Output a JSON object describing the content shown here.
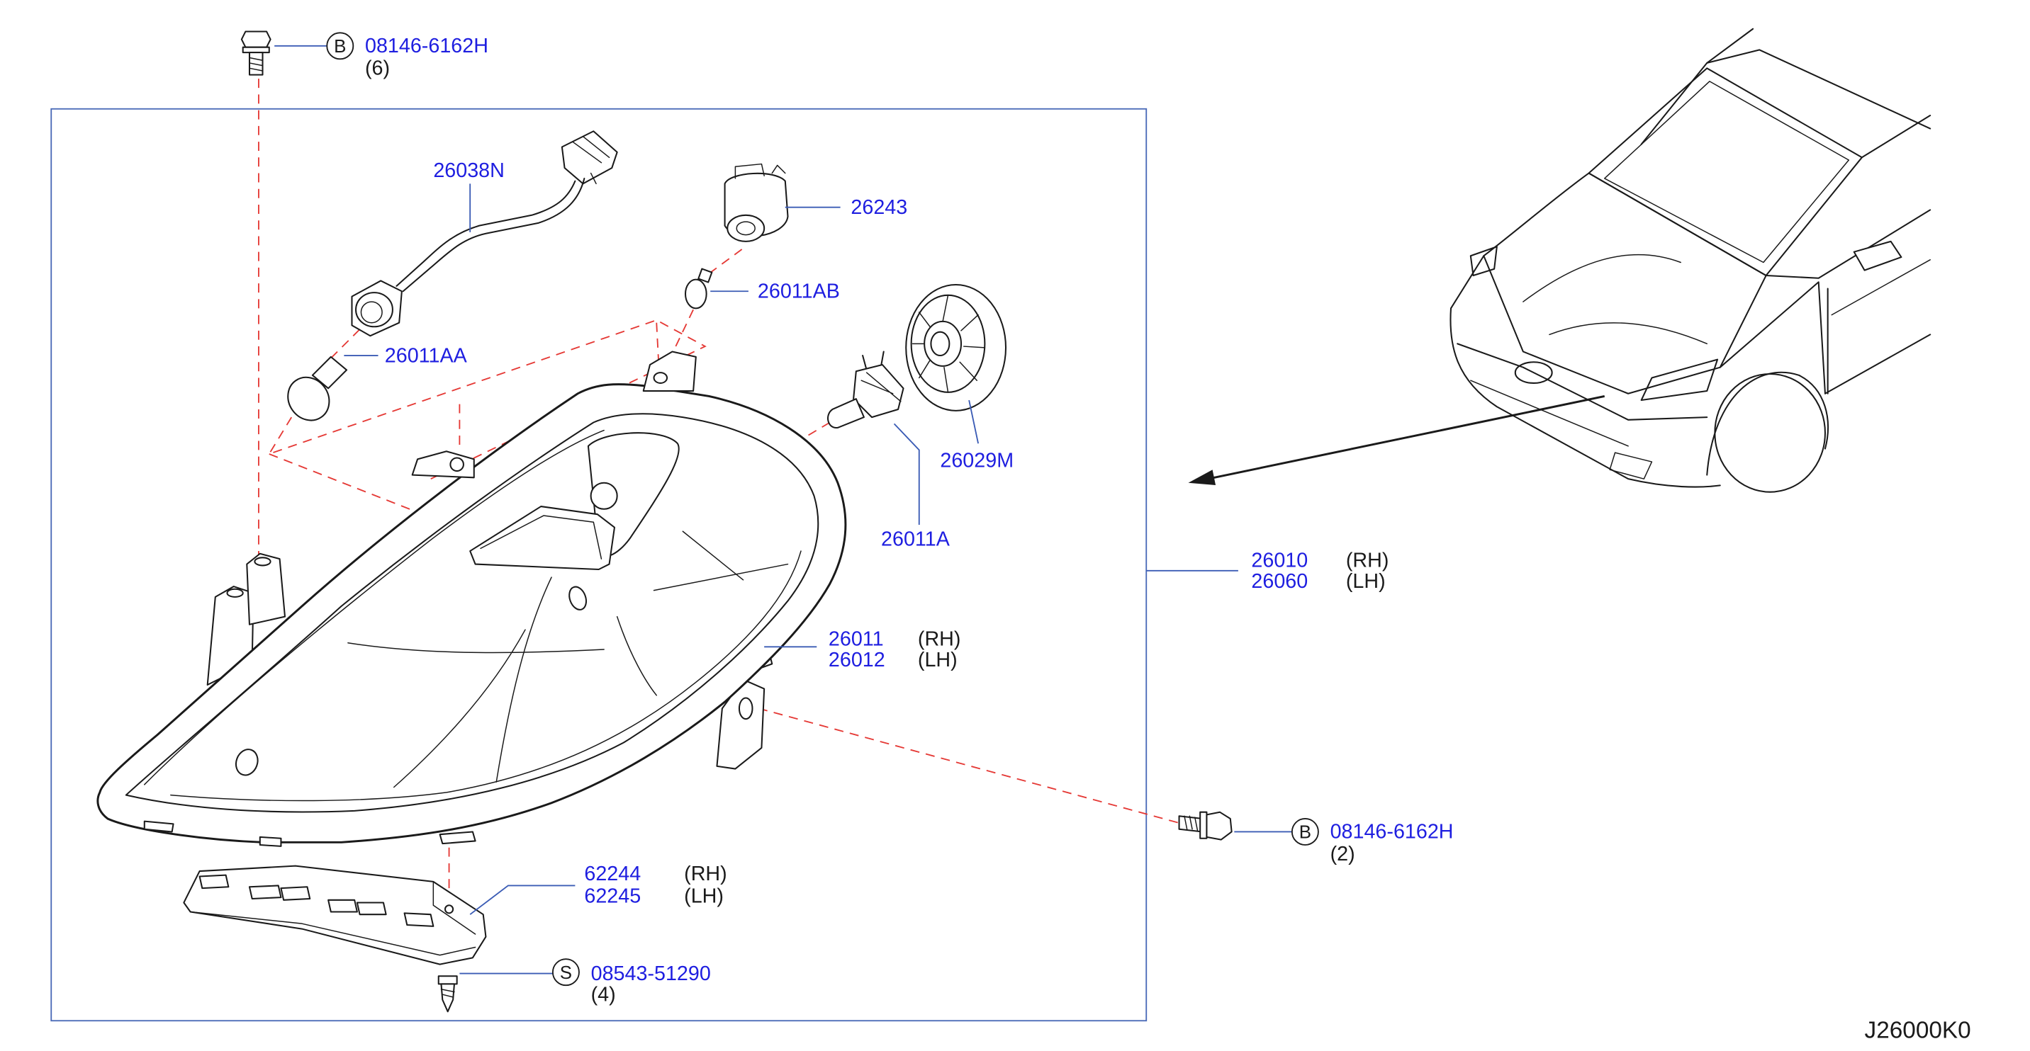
{
  "drawing_code": "J26000K0",
  "callouts": {
    "bolt_top": {
      "symbol": "B",
      "part": "08146-6162H",
      "qty": "(6)"
    },
    "harness": {
      "part": "26038N"
    },
    "socket": {
      "part": "26243"
    },
    "bulb_ab": {
      "part": "26011AB"
    },
    "bulb_aa": {
      "part": "26011AA"
    },
    "cap": {
      "part": "26029M"
    },
    "bulb_a": {
      "part": "26011A"
    },
    "lamp_assembly": {
      "rh_part": "26010",
      "rh": "(RH)",
      "lh_part": "26060",
      "lh": "(LH)"
    },
    "housing": {
      "rh_part": "26011",
      "rh": "(RH)",
      "lh_part": "26012",
      "lh": "(LH)"
    },
    "bracket": {
      "rh_part": "62244",
      "rh": "(RH)",
      "lh_part": "62245",
      "lh": "(LH)"
    },
    "screw": {
      "symbol": "S",
      "part": "08543-51290",
      "qty": "(4)"
    },
    "bolt_right": {
      "symbol": "B",
      "part": "08146-6162H",
      "qty": "(2)"
    }
  },
  "colors": {
    "callout_text": "#1e1ee0",
    "leader_line": "#3b5cb5",
    "frame": "#4a6ab8",
    "dashed_line": "#e53935",
    "line_art": "#1a1a1a"
  }
}
